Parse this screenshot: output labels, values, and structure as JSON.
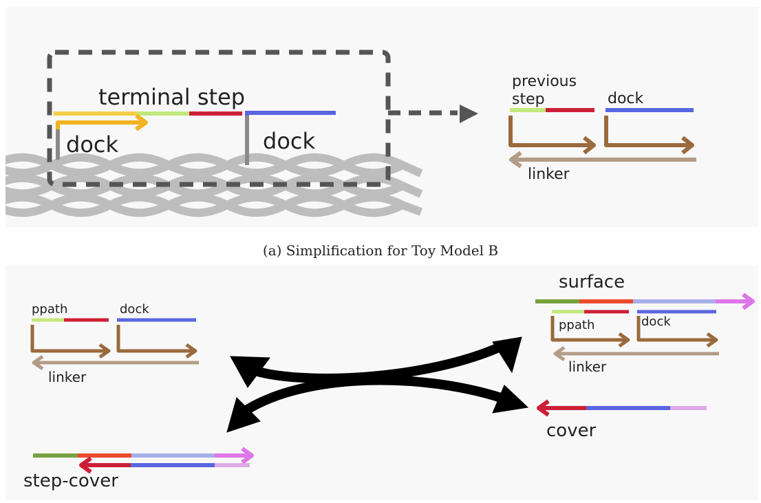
{
  "panel_a": {
    "labels": {
      "terminal_step": "terminal step",
      "dock_left": "dock",
      "dock_right": "dock",
      "previous_step_line1": "previous",
      "previous_step_line2": "step",
      "dock_inset": "dock",
      "linker": "linker"
    },
    "caption": "(a) Simplification for Toy Model B"
  },
  "panel_b": {
    "labels": {
      "ppath_left": "ppath",
      "dock_left": "dock",
      "linker_left": "linker",
      "surface": "surface",
      "ppath_right": "ppath",
      "dock_right": "dock",
      "linker_right": "linker",
      "cover": "cover",
      "step_cover": "step-cover"
    }
  },
  "colors": {
    "panel_background": "#f8f8f8",
    "dashed_box": "#555555",
    "origami_helix": "#bdbdbd",
    "dock_stem": "#8a8a8a",
    "yellow_strand": "#f2b322",
    "light_yellow": "#f2cf4a",
    "light_green": "#c2e87b",
    "red": "#cc1f36",
    "blue": "#5a66e0",
    "brown": "#9a6a3c",
    "tan": "#b39c86",
    "olive_green": "#77a13f",
    "orange_red": "#ea4b2d",
    "lavender": "#a8aee8",
    "magenta": "#dd77e8",
    "pink": "#dcaae6",
    "arrow_black": "#000000"
  }
}
